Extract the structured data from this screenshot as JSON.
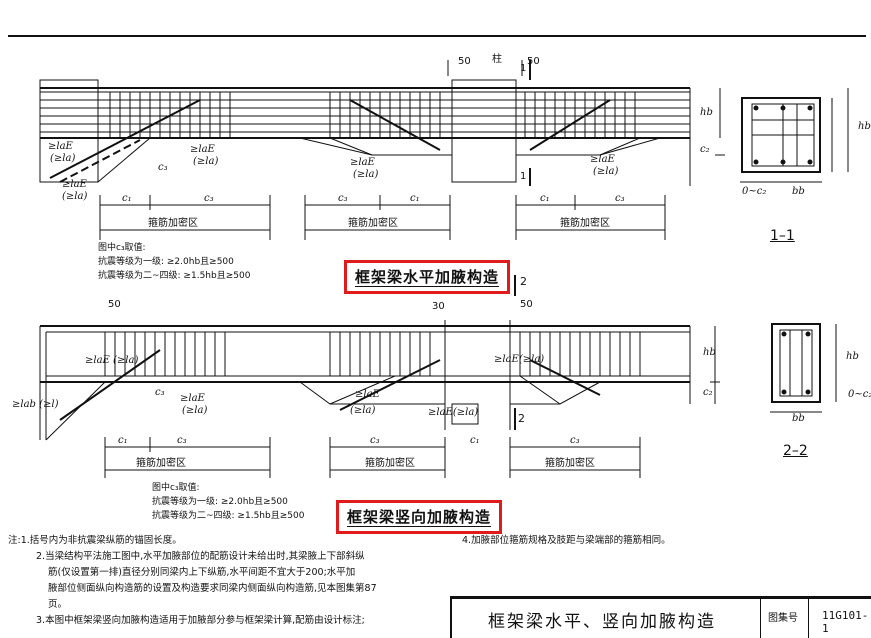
{
  "titles": {
    "horizontal": "框架梁水平加腋构造",
    "vertical": "框架梁竖向加腋构造"
  },
  "sections": {
    "s11": "1–1",
    "s22": "2–2"
  },
  "marks": {
    "d50": "50",
    "column": "柱",
    "sec_mark": "2",
    "sec_mark_i": "1",
    "d30": "30",
    "c1": "c₁",
    "c2": "c₂",
    "c3": "c₃",
    "hb": "hb",
    "bb": "bb",
    "zero_c2": "0~c₂",
    "laE": "≥laE",
    "la": "(≥la)",
    "laE_la": "≥laE (≥la)",
    "laE_la_brk": "≥laE(≥la)",
    "lab": "≥lab (≥l)"
  },
  "zone": "箍筋加密区",
  "c3_note_top": {
    "heading": "图中c₃取值:",
    "line1": "抗震等级为一级: ≥2.0hb且≥500",
    "line2": "抗震等级为二~四级: ≥1.5hb且≥500"
  },
  "c3_note_bottom": {
    "heading": "图中c₃取值:",
    "line1": "抗震等级为一级: ≥2.0hb且≥500",
    "line2": "抗震等级为二~四级: ≥1.5hb且≥500"
  },
  "notes": {
    "n1": "注:1.括号内为非抗震梁纵筋的锚固长度。",
    "n2a": "2.当梁结构平法施工图中,水平加腋部位的配筋设计未给出时,其梁腋上下部斜纵",
    "n2b": "筋(仅设置第一排)直径分别同梁内上下纵筋,水平间距不宜大于200;水平加",
    "n2c": "腋部位侧面纵向构造筋的设置及构造要求同梁内侧面纵向构造筋,见本图集第87",
    "n2d": "页。",
    "n3a": "3.本图中框架梁竖向加腋构造适用于加腋部分参与框架梁计算,配筋由设计标注;",
    "n4": "4.加腋部位箍筋规格及肢距与梁端部的箍筋相同。"
  },
  "titleblock": {
    "title": "框架梁水平、竖向加腋构造",
    "label": "图集号",
    "number": "11G101-1"
  }
}
